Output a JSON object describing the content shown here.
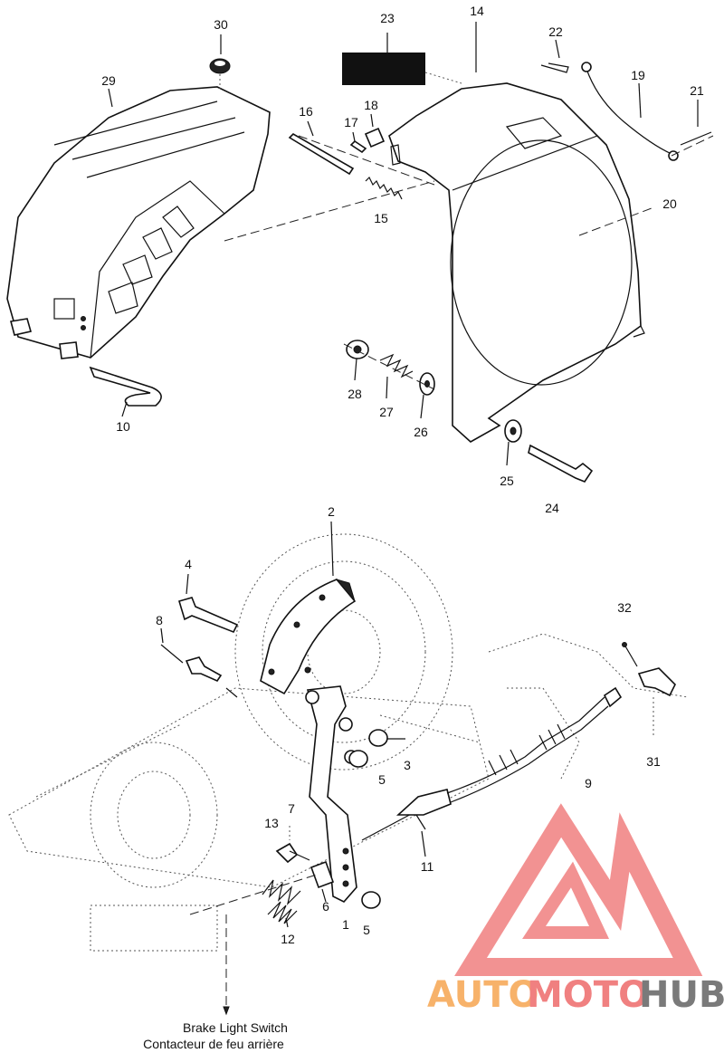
{
  "labels": {
    "p1": "1",
    "p2": "2",
    "p3": "3",
    "p4": "4",
    "p5a": "5",
    "p5b": "5",
    "p6": "6",
    "p7": "7",
    "p8": "8",
    "p9": "9",
    "p10": "10",
    "p11": "11",
    "p12": "12",
    "p13": "13",
    "p14": "14",
    "p15": "15",
    "p16": "16",
    "p17": "17",
    "p18": "18",
    "p19": "19",
    "p20": "20",
    "p21": "21",
    "p22": "22",
    "p23": "23",
    "p24": "24",
    "p25": "25",
    "p26": "26",
    "p27": "27",
    "p28": "28",
    "p29": "29",
    "p30": "30",
    "p31": "31",
    "p32": "32"
  },
  "caption": {
    "line1": "Brake Light Switch",
    "line2": "Contacteur de feu arrière"
  },
  "watermark": {
    "part1": "AUTO",
    "part2": "MOTO",
    "part3": "HUB",
    "color_orange": "#f7b26a",
    "color_red": "#f08080",
    "color_gray": "#7a7a7a"
  }
}
